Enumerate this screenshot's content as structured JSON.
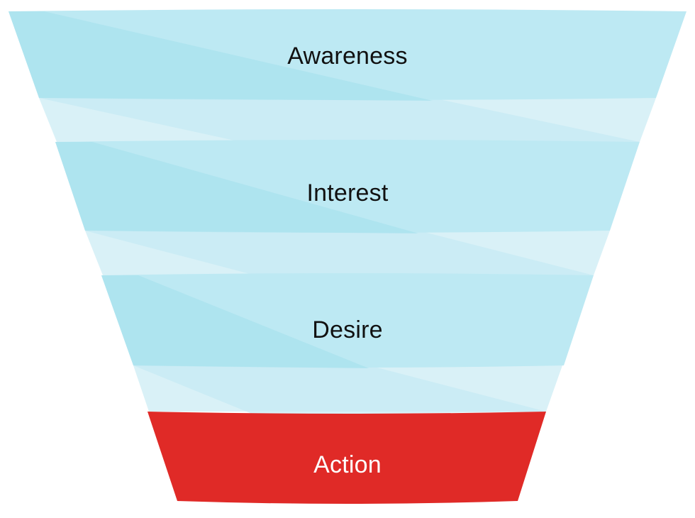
{
  "funnel": {
    "stages": [
      {
        "label": "Awareness",
        "highlighted": false
      },
      {
        "label": "Interest",
        "highlighted": false
      },
      {
        "label": "Desire",
        "highlighted": false
      },
      {
        "label": "Action",
        "highlighted": true
      }
    ]
  },
  "colors": {
    "band_fill": "#bde9f3",
    "band_shade": "#a9e1ee",
    "connector_fill": "#d9f1f7",
    "connector_shade": "#c4eaf4",
    "highlight_fill": "#e02a27",
    "label_dark": "#111111",
    "label_light": "#ffffff"
  }
}
